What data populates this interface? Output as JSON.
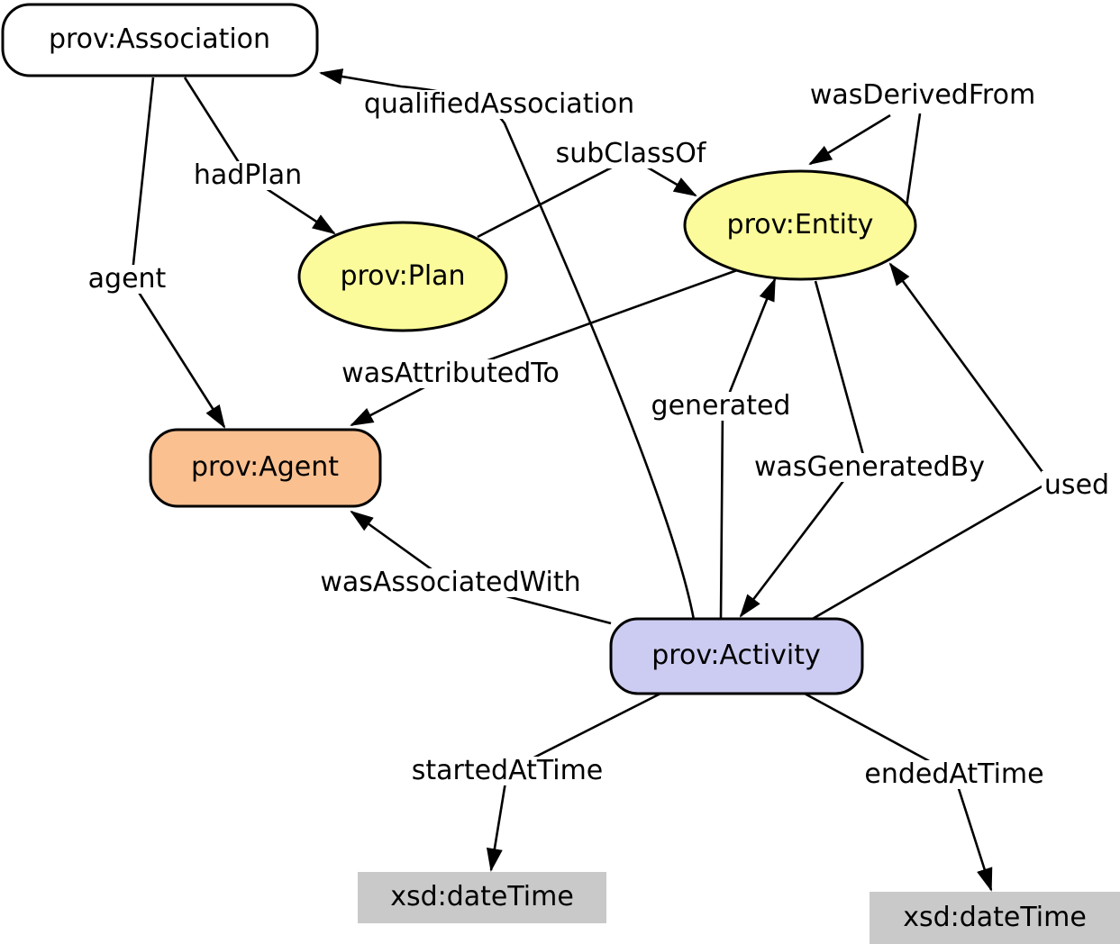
{
  "diagram": {
    "background": "#ffffff",
    "line_color": "#000000",
    "text_color": "#000000"
  },
  "nodes": [
    {
      "id": "association",
      "label": "prov:Association",
      "shape": "rounded-rect",
      "fill": "#ffffff"
    },
    {
      "id": "plan",
      "label": "prov:Plan",
      "shape": "ellipse",
      "fill": "#fbfb9b"
    },
    {
      "id": "entity",
      "label": "prov:Entity",
      "shape": "ellipse",
      "fill": "#fbfb9b"
    },
    {
      "id": "agent",
      "label": "prov:Agent",
      "shape": "rounded-rect",
      "fill": "#fac090"
    },
    {
      "id": "activity",
      "label": "prov:Activity",
      "shape": "rounded-rect",
      "fill": "#ccccf2"
    },
    {
      "id": "datetime-left",
      "label": "xsd:dateTime",
      "shape": "rect",
      "fill": "#c9c9c9"
    },
    {
      "id": "datetime-right",
      "label": "xsd:dateTime",
      "shape": "rect",
      "fill": "#c9c9c9"
    }
  ],
  "edges": [
    {
      "id": "agent-edge",
      "label": "agent",
      "from": "association",
      "to": "agent"
    },
    {
      "id": "hadplan",
      "label": "hadPlan",
      "from": "association",
      "to": "plan"
    },
    {
      "id": "qualifiedassociation",
      "label": "qualifiedAssociation",
      "from": "activity",
      "to": "association"
    },
    {
      "id": "subclassof",
      "label": "subClassOf",
      "from": "plan",
      "to": "entity"
    },
    {
      "id": "wasderivedfrom",
      "label": "wasDerivedFrom",
      "from": "entity",
      "to": "entity"
    },
    {
      "id": "wasattributedto",
      "label": "wasAttributedTo",
      "from": "entity",
      "to": "agent"
    },
    {
      "id": "generated",
      "label": "generated",
      "from": "activity",
      "to": "entity"
    },
    {
      "id": "wasgeneratedby",
      "label": "wasGeneratedBy",
      "from": "entity",
      "to": "activity"
    },
    {
      "id": "used",
      "label": "used",
      "from": "activity",
      "to": "entity"
    },
    {
      "id": "wasassociatedwith",
      "label": "wasAssociatedWith",
      "from": "activity",
      "to": "agent"
    },
    {
      "id": "startedattime",
      "label": "startedAtTime",
      "from": "activity",
      "to": "datetime-left"
    },
    {
      "id": "endedattime",
      "label": "endedAtTime",
      "from": "activity",
      "to": "datetime-right"
    }
  ]
}
